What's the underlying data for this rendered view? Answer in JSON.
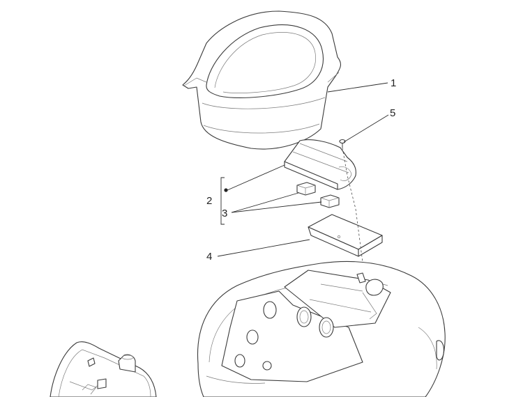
{
  "diagram": {
    "callouts": [
      {
        "id": "1",
        "label": "1"
      },
      {
        "id": "2",
        "label": "2"
      },
      {
        "id": "3",
        "label": "3"
      },
      {
        "id": "4",
        "label": "4"
      },
      {
        "id": "5",
        "label": "5"
      }
    ],
    "parts": [
      {
        "name": "helmet-compartment",
        "callout": "1"
      },
      {
        "name": "battery-cover-assembly",
        "callout": "2"
      },
      {
        "name": "rubber-pads",
        "callout": "3"
      },
      {
        "name": "tray",
        "callout": "4"
      },
      {
        "name": "screw",
        "callout": "5"
      },
      {
        "name": "frame-body",
        "callout": ""
      },
      {
        "name": "rear-body-part",
        "callout": ""
      }
    ]
  }
}
